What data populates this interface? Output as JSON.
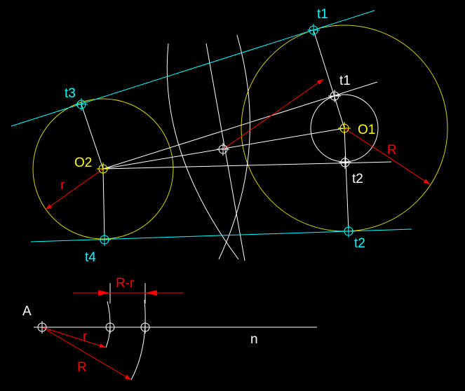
{
  "colors": {
    "background": "#000000",
    "white": "#ffffff",
    "yellow": "#ffff00",
    "cyan": "#00ffff",
    "red": "#ff0000",
    "circle": "#d4d400"
  },
  "labels": {
    "t1_top": "t1",
    "t1_inner": "t1",
    "o1": "O1",
    "r_big": "R",
    "t2_inner": "t2",
    "t2_bottom": "t2",
    "t3": "t3",
    "o2": "O2",
    "r_small": "r",
    "t4": "t4",
    "a": "A",
    "r_minus_r": "R-r",
    "r_small_lower": "r",
    "r_big_lower": "R",
    "n": "n"
  }
}
